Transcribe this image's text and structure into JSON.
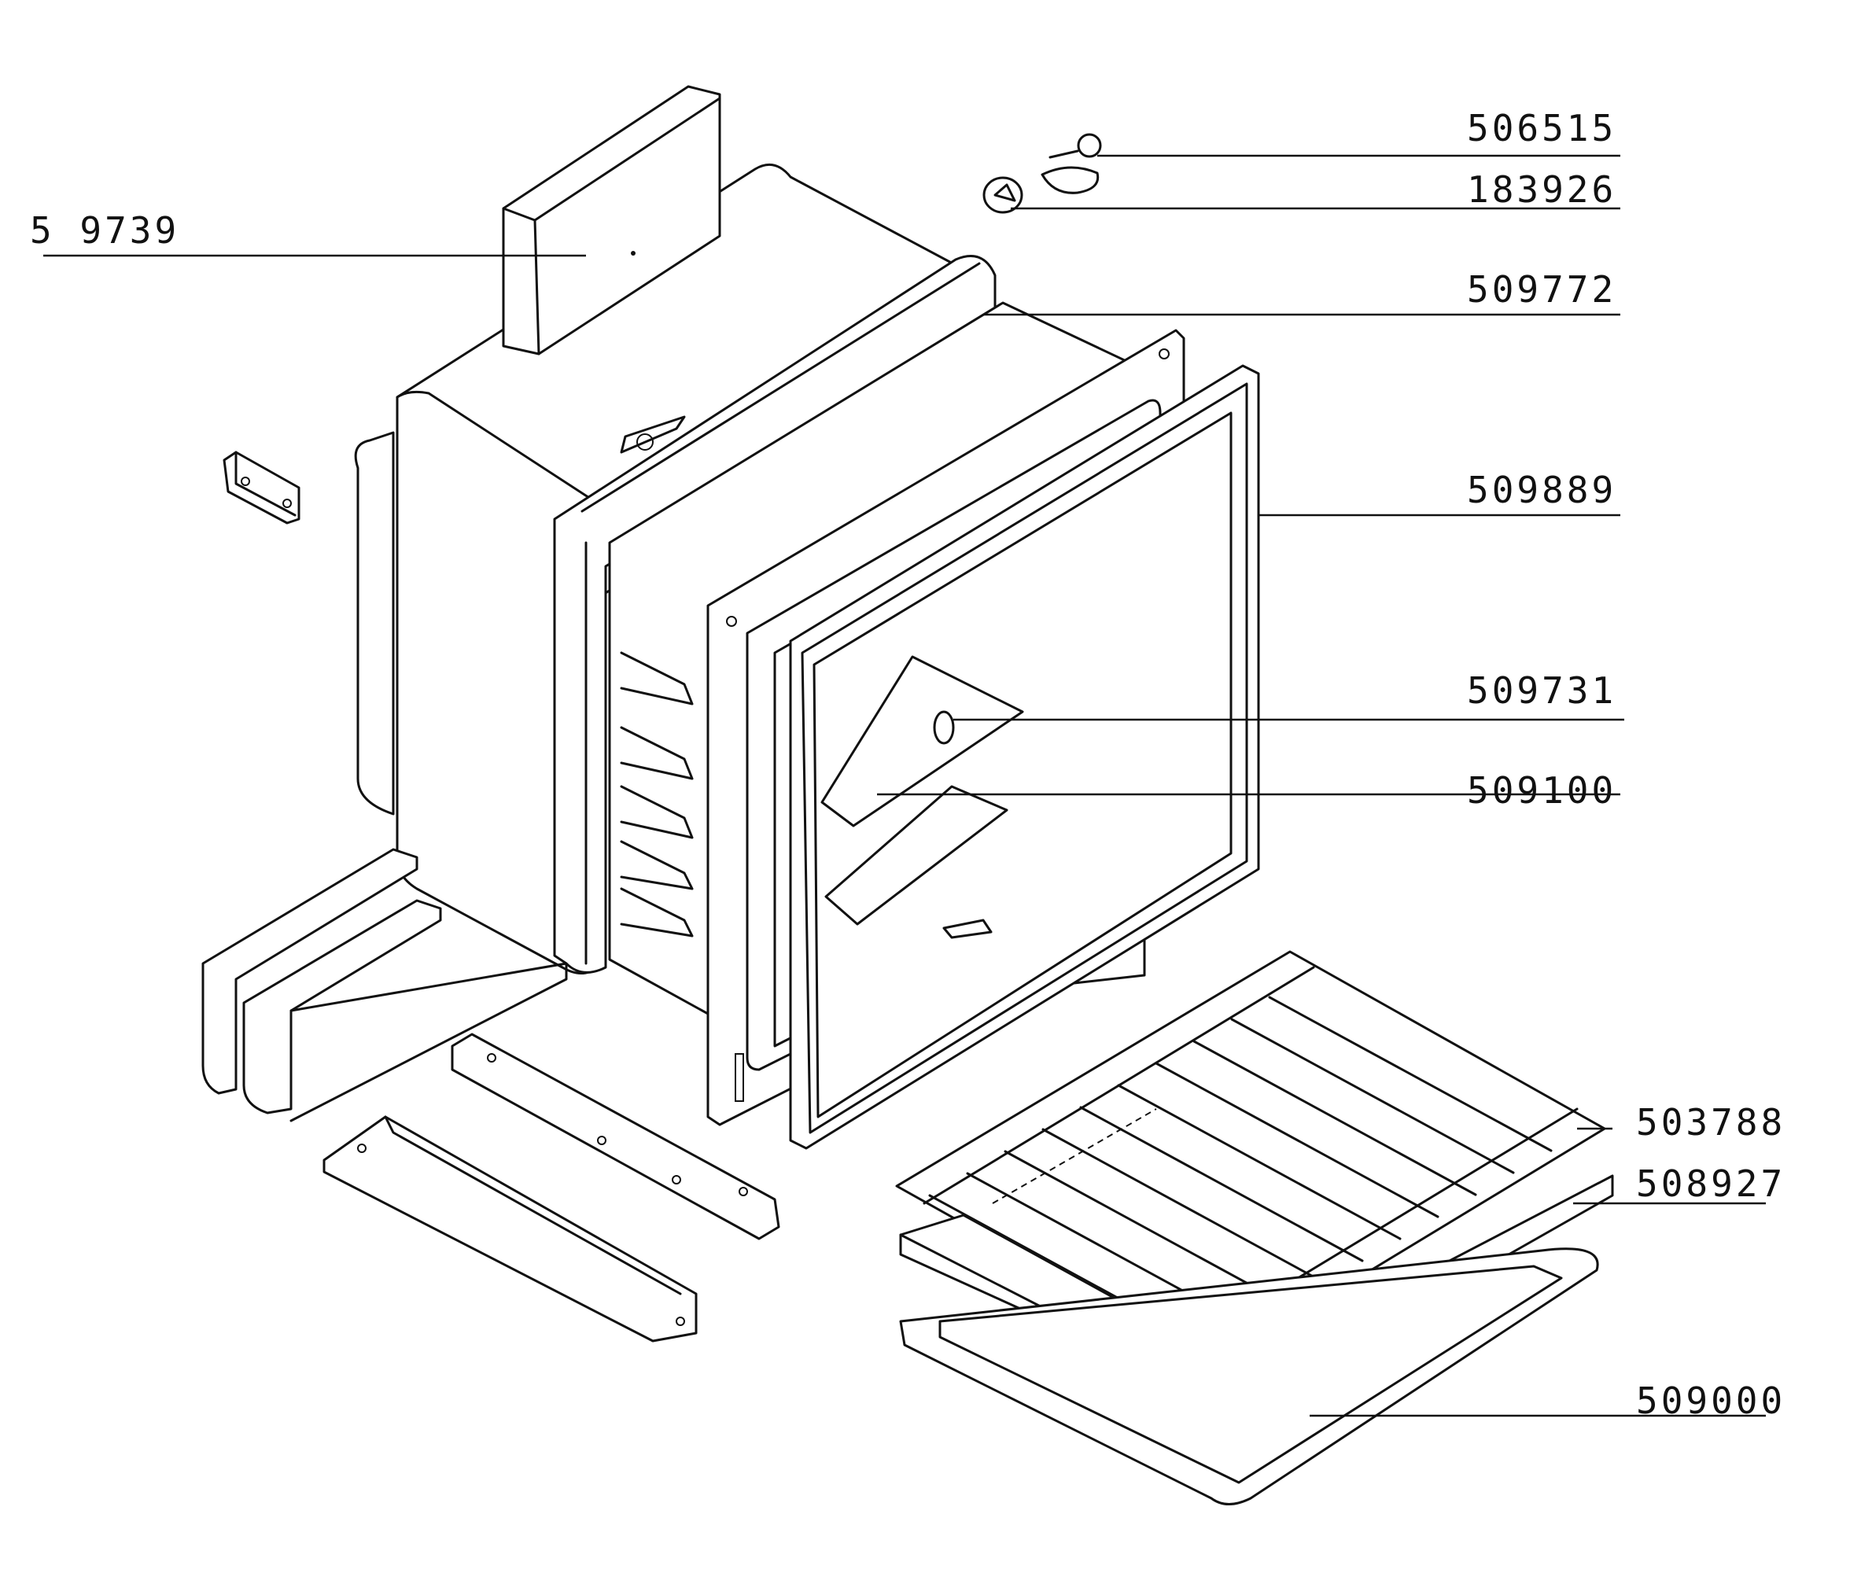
{
  "parts": [
    {
      "id": "p-509739",
      "label": "5 9739"
    },
    {
      "id": "p-506515",
      "label": "506515"
    },
    {
      "id": "p-183926",
      "label": "183926"
    },
    {
      "id": "p-509772",
      "label": "509772"
    },
    {
      "id": "p-509889",
      "label": "509889"
    },
    {
      "id": "p-509731",
      "label": "509731"
    },
    {
      "id": "p-509100",
      "label": "509100"
    },
    {
      "id": "p-503788",
      "label": "503788"
    },
    {
      "id": "p-508927",
      "label": "508927"
    },
    {
      "id": "p-509000",
      "label": "509000"
    }
  ]
}
